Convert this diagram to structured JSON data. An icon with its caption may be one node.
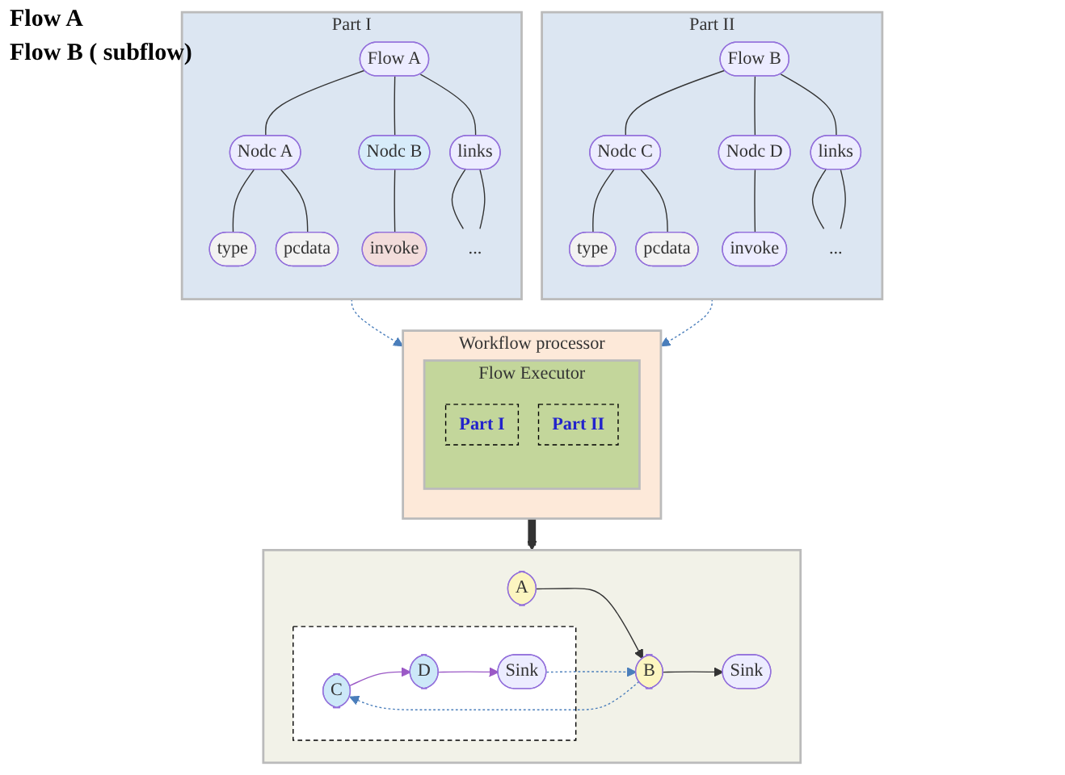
{
  "diagram": {
    "nodes": [
      {
        "text": [
          "Part I"
        ]
      },
      {
        "text": [
          "Flow A"
        ],
        "in": 0
      },
      {
        "text": [
          "links"
        ],
        "in": 0
      },
      {
        "text": [
          "Nodc A"
        ],
        "in": 0
      },
      {
        "text": [
          "Nodc B"
        ],
        "in": 0
      },
      {
        "text": [
          "..."
        ],
        "in": 0
      },
      {
        "text": [
          "type"
        ],
        "in": 0
      },
      {
        "text": [
          "pcdata"
        ],
        "in": 0
      },
      {
        "text": [
          "invoke"
        ],
        "in": 0
      },
      {
        "text": [
          "Part II"
        ]
      },
      {
        "text": [
          "Flow B"
        ],
        "in": 9
      },
      {
        "text": [
          "links"
        ],
        "in": 9
      },
      {
        "text": [
          "Nodc C"
        ],
        "in": 9
      },
      {
        "text": [
          "Nodc D"
        ],
        "in": 9
      },
      {
        "text": [
          "..."
        ],
        "in": 9
      },
      {
        "text": [
          "type"
        ],
        "in": 9
      },
      {
        "text": [
          "pcdata"
        ],
        "in": 9
      },
      {
        "text": [
          "invoke"
        ],
        "in": 9
      },
      {
        "text": [
          "Workflow processor"
        ]
      },
      {
        "text": [
          "Flow Executor"
        ],
        "in": 18
      },
      {
        "text": [
          "Part I"
        ],
        "in": 19
      },
      {
        "text": [
          "Part II"
        ],
        "in": 19
      },
      {
        "text": [],
        "shape": "box"
      },
      {
        "text": [
          "A"
        ],
        "in": 22
      },
      {
        "text": [
          "B"
        ],
        "in": 22
      },
      {
        "text": [
          "Sink"
        ],
        "in": 22
      },
      {
        "text": [],
        "shape": "box",
        "in": 22
      },
      {
        "text": [
          "C"
        ],
        "in": 26
      },
      {
        "text": [
          "D"
        ],
        "in": 26
      },
      {
        "text": [
          "Sink"
        ],
        "in": 26
      }
    ],
    "edges": [
      {
        "from": 1,
        "to": 3,
        "arrow": "none"
      },
      {
        "from": 1,
        "to": 4,
        "arrow": "none"
      },
      {
        "from": 1,
        "to": 2,
        "arrow": "none"
      },
      {
        "from": 3,
        "to": 6,
        "arrow": "none"
      },
      {
        "from": 3,
        "to": 7,
        "arrow": "none"
      },
      {
        "from": 4,
        "to": 8,
        "arrow": "none"
      },
      {
        "from": 2,
        "to": 5,
        "arrow": "none"
      },
      {
        "from": 2,
        "to": 5,
        "arrow": "none"
      },
      {
        "from": 10,
        "to": 12,
        "arrow": "none"
      },
      {
        "from": 10,
        "to": 13,
        "arrow": "none"
      },
      {
        "from": 10,
        "to": 11,
        "arrow": "none"
      },
      {
        "from": 12,
        "to": 15,
        "arrow": "none"
      },
      {
        "from": 12,
        "to": 16,
        "arrow": "none"
      },
      {
        "from": 13,
        "to": 17,
        "arrow": "none"
      },
      {
        "from": 11,
        "to": 14,
        "arrow": "none"
      },
      {
        "from": 11,
        "to": 14,
        "arrow": "none"
      },
      {
        "from": 0,
        "to": 18,
        "arrow": "to",
        "style": "dashed",
        "color": "#4a7ebb"
      },
      {
        "from": 9,
        "to": 18,
        "arrow": "to",
        "style": "dashed",
        "color": "#4a7ebb"
      },
      {
        "from": 18,
        "to": 22,
        "arrow": "to",
        "style": "thick"
      },
      {
        "from": 23,
        "to": 24,
        "arrow": "to"
      },
      {
        "from": 24,
        "to": 25,
        "arrow": "to"
      },
      {
        "from": 24,
        "to": 27,
        "arrow": "to",
        "style": "dashed",
        "color": "#4a7ebb"
      },
      {
        "from": 27,
        "to": 28,
        "arrow": "to",
        "color": "#9b59c6"
      },
      {
        "from": 28,
        "to": 29,
        "arrow": "to",
        "color": "#9b59c6"
      },
      {
        "from": 29,
        "to": 24,
        "arrow": "to",
        "style": "dashed",
        "color": "#4a7ebb"
      }
    ],
    "labels": [
      "Flow A",
      "Flow B ( subflow)"
    ]
  }
}
